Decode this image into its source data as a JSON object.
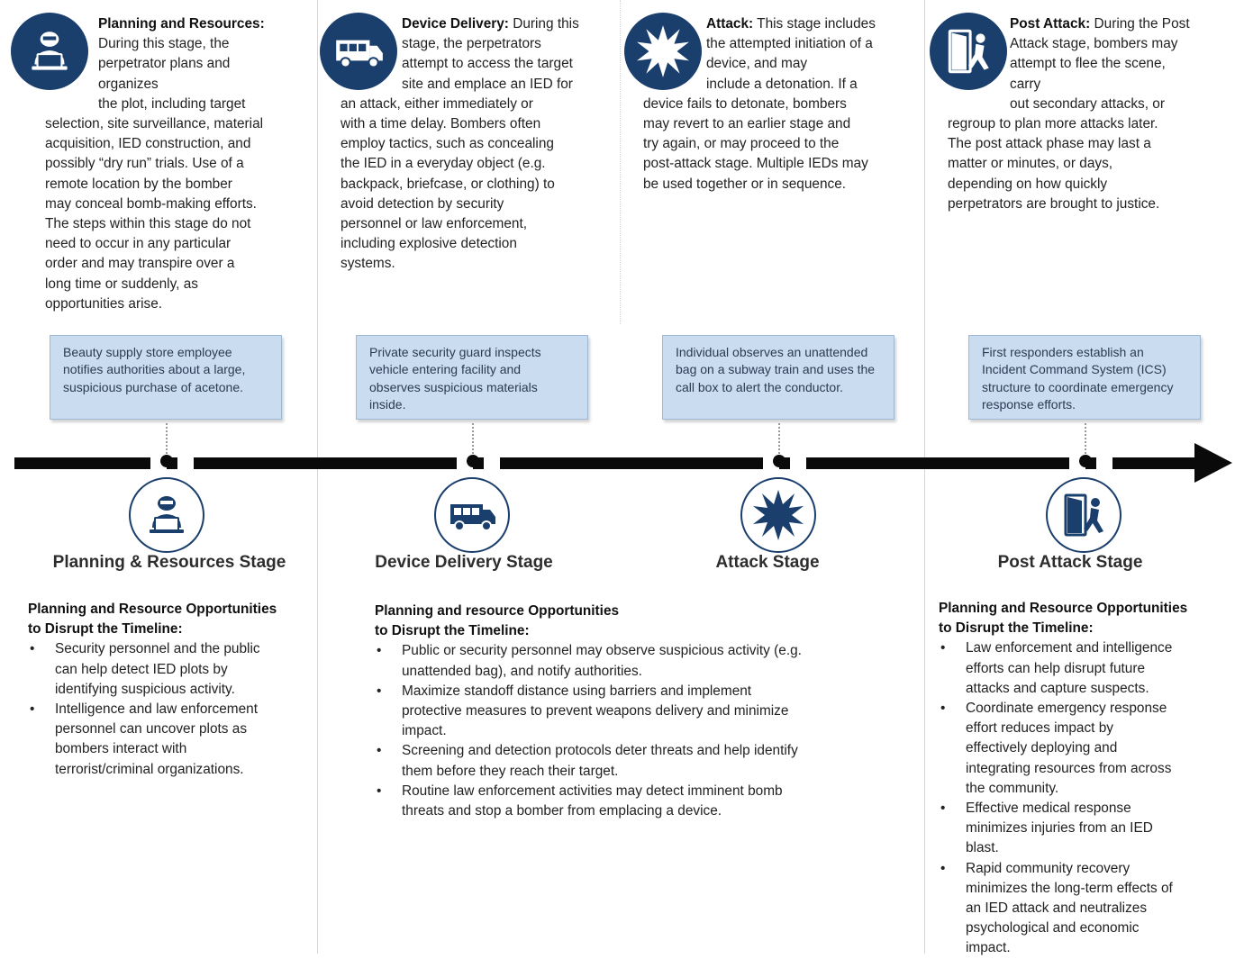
{
  "colors": {
    "icon_navy": "#1b3f6d",
    "example_box": "#c9dcf0",
    "timeline": "#0a0a0a"
  },
  "stages": [
    {
      "icon": "person-laptop-icon",
      "desc_title": "Planning and Resources:",
      "desc_lines": [
        "During this stage, the",
        "perpetrator plans and",
        "organizes",
        "the plot, including target",
        "selection, site surveillance, material",
        "acquisition, IED construction, and",
        "possibly “dry run” trials. Use of a",
        "remote location by the bomber",
        "may conceal bomb-making efforts.",
        "The steps within this stage do not",
        "need to occur in any particular",
        "order and may transpire over a",
        "long time or suddenly, as",
        "opportunities arise."
      ],
      "example": "Beauty supply store employee notifies authorities about a large, suspicious purchase of acetone.",
      "title": "Planning & Resources Stage",
      "opp_head": [
        "Planning and Resource Opportunities",
        "to Disrupt the Timeline:"
      ],
      "opp_items": [
        [
          "Security personnel and the public",
          "can help detect IED  plots by",
          "identifying suspicious activity."
        ],
        [
          "Intelligence and law enforcement",
          "personnel can uncover plots as",
          "bombers interact with",
          "terrorist/criminal organizations."
        ]
      ]
    },
    {
      "icon": "delivery-truck-icon",
      "desc_title": "Device Delivery:",
      "desc_lines": [
        "During this",
        "stage, the perpetrators",
        "attempt to access the target",
        "site and emplace an IED for",
        "an attack, either immediately or",
        "with a time delay. Bombers often",
        "employ tactics, such as concealing",
        "the IED in a everyday object (e.g.",
        "backpack, briefcase, or clothing) to",
        "avoid detection by security",
        "personnel or law enforcement,",
        "including explosive detection",
        "systems."
      ],
      "example": "Private security guard inspects vehicle entering facility and observes suspicious materials inside.",
      "title": "Device Delivery Stage",
      "opp_head": [
        "Planning and resource Opportunities",
        "to Disrupt the Timeline:"
      ],
      "opp_items": [
        [
          "Public or security personnel may observe suspicious activity (e.g.",
          "unattended bag), and notify authorities."
        ],
        [
          "Maximize standoff distance using barriers and implement",
          "protective measures to prevent weapons delivery and minimize",
          "impact."
        ],
        [
          "Screening and detection protocols deter threats and help identify",
          "them before they reach their target."
        ],
        [
          "Routine law enforcement activities may detect imminent bomb",
          "threats and stop a bomber from emplacing a device."
        ]
      ]
    },
    {
      "icon": "explosion-icon",
      "desc_title": "Attack:",
      "desc_lines": [
        "This stage includes",
        "the attempted initiation of a",
        "device, and may",
        "include a detonation. If a",
        "device fails to detonate, bombers",
        "may revert to an earlier stage and",
        "try again, or may proceed to the",
        "post-attack stage. Multiple IEDs may",
        "be used together or in sequence."
      ],
      "example": "Individual observes an unattended bag on a subway train and uses the call box to alert the conductor.",
      "title": "Attack Stage"
    },
    {
      "icon": "door-exit-icon",
      "desc_title": "Post Attack:",
      "desc_lines": [
        "During the Post",
        "Attack stage, bombers may",
        "attempt to flee the scene,",
        "carry",
        "out secondary attacks, or",
        "regroup to plan more attacks later.",
        "The post attack phase may last a",
        "matter or minutes, or days,",
        "depending on how quickly",
        "perpetrators are brought to justice."
      ],
      "example": "First responders establish an Incident Command System (ICS) structure to coordinate emergency response efforts.",
      "title": "Post Attack Stage",
      "opp_head": [
        "Planning and Resource Opportunities",
        "to Disrupt the Timeline:"
      ],
      "opp_items": [
        [
          "Law enforcement and intelligence",
          "efforts can help disrupt future",
          "attacks and capture suspects."
        ],
        [
          "Coordinate emergency response",
          "effort reduces impact by",
          "effectively deploying and",
          "integrating resources from across",
          "the community."
        ],
        [
          "Effective medical response",
          "minimizes injuries from an IED",
          "blast."
        ],
        [
          "Rapid community recovery",
          "minimizes the long-term effects of",
          "an IED attack and neutralizes",
          "psychological and economic",
          "impact."
        ]
      ]
    }
  ]
}
